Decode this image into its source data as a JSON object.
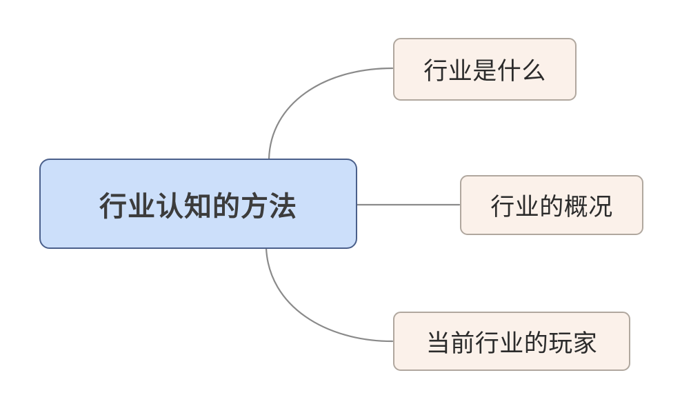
{
  "diagram": {
    "type": "mind-map",
    "orientation": "left-root-right-children",
    "background_color": "#ffffff",
    "root": {
      "id": "root",
      "label": "行业认知的方法",
      "fill_color": "#ccdffa",
      "border_color": "#4a5f8a",
      "text_color": "#3c3c3c"
    },
    "children": [
      {
        "id": "child-1",
        "label": "行业是什么",
        "fill_color": "#fbf1ea",
        "border_color": "#b0a79e",
        "text_color": "#2b2b2b",
        "connector": "curve-up"
      },
      {
        "id": "child-2",
        "label": "行业的概况",
        "fill_color": "#fbf1ea",
        "border_color": "#b0a79e",
        "text_color": "#2b2b2b",
        "connector": "straight"
      },
      {
        "id": "child-3",
        "label": "当前行业的玩家",
        "fill_color": "#fbf1ea",
        "border_color": "#b0a79e",
        "text_color": "#2b2b2b",
        "connector": "curve-down"
      }
    ],
    "connector_color": "#8a8a8a"
  }
}
